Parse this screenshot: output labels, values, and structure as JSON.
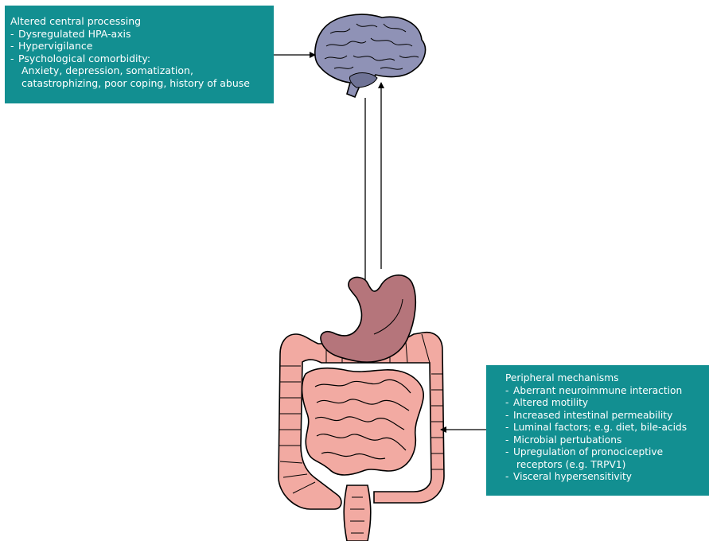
{
  "central": {
    "title": "Altered central processing",
    "items": [
      "Dysregulated HPA-axis",
      "Hypervigilance",
      "Psychological comorbidity:"
    ],
    "sub_lines": [
      "Anxiety, depression, somatization,",
      "catastrophizing, poor coping, history of abuse"
    ]
  },
  "peripheral": {
    "title": "Peripheral mechanisms",
    "items": [
      "Aberrant neuroimmune interaction",
      "Altered motility",
      "Increased intestinal permeability",
      "Luminal factors; e.g. diet, bile-acids",
      "Microbial pertubations",
      "Upregulation of pronociceptive",
      "Visceral hypersensitivity"
    ],
    "item6_continuation": "receptors (e.g. TRPV1)"
  },
  "colors": {
    "box": "#128f91",
    "brain": "#8f92b6",
    "stomach": "#b5757b",
    "intestine": "#f2aaa2",
    "outline": "#000000"
  }
}
